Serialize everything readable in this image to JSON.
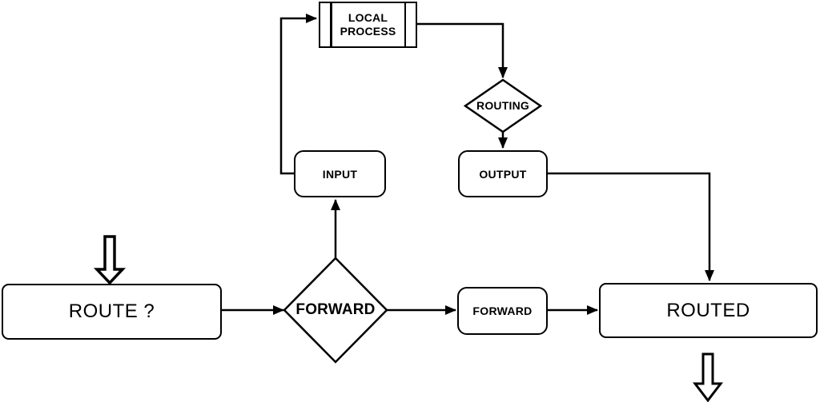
{
  "diagram": {
    "title": "packet routing flowchart",
    "colors": {
      "background": "#ffffff",
      "line": "#000000",
      "node_fill": "#ffffff",
      "text": "#000000"
    },
    "nodes": {
      "local_process": {
        "label": "LOCAL PROCESS",
        "shape": "predefined-process"
      },
      "routing": {
        "label": "ROUTING",
        "shape": "decision-diamond"
      },
      "input": {
        "label": "INPUT",
        "shape": "rounded-rect"
      },
      "output": {
        "label": "OUTPUT",
        "shape": "rounded-rect"
      },
      "route_question": {
        "label": "ROUTE ?",
        "shape": "rounded-rect"
      },
      "forward_decision": {
        "label": "FORWARD",
        "shape": "decision-diamond"
      },
      "forward_chain": {
        "label": "FORWARD",
        "shape": "rounded-rect"
      },
      "routed": {
        "label": "ROUTED",
        "shape": "rounded-rect"
      }
    },
    "edges": [
      {
        "from": "input",
        "to": "local_process"
      },
      {
        "from": "local_process",
        "to": "routing"
      },
      {
        "from": "routing",
        "to": "output"
      },
      {
        "from": "output",
        "to": "routed"
      },
      {
        "from": "route_question",
        "to": "forward_decision"
      },
      {
        "from": "forward_decision",
        "to": "input"
      },
      {
        "from": "forward_decision",
        "to": "forward_chain"
      },
      {
        "from": "forward_chain",
        "to": "routed"
      }
    ],
    "entry_arrow": {
      "type": "hollow-block-arrow",
      "direction": "down",
      "points_to": "route_question"
    },
    "exit_arrow": {
      "type": "hollow-block-arrow",
      "direction": "down",
      "from": "routed"
    }
  }
}
